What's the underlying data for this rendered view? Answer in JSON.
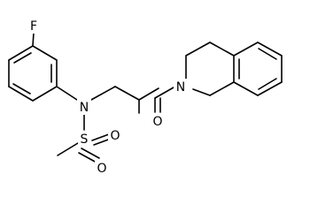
{
  "structure": {
    "atoms": {
      "fluorine": "F",
      "sulfonamide_nitrogen": "N",
      "sulfur": "S",
      "sulfonyl_oxygen_upper": "O",
      "sulfonyl_oxygen_lower": "O",
      "carbonyl_oxygen": "O",
      "ring_nitrogen": "N"
    }
  }
}
